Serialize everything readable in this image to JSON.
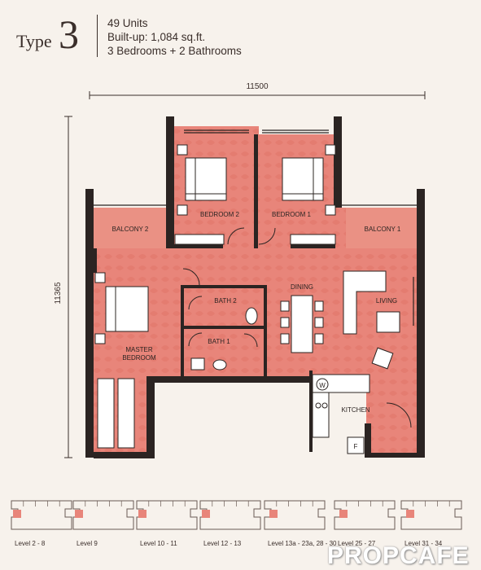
{
  "header": {
    "type_word": "Type",
    "type_number": "3",
    "units": "49 Units",
    "built_up": "Built-up: 1,084 sq.ft.",
    "rooms": "3 Bedrooms + 2 Bathrooms"
  },
  "dimensions": {
    "width": "11500",
    "height": "11365"
  },
  "rooms": {
    "balcony_2": "BALCONY 2",
    "bedroom_2": "BEDROOM 2",
    "bedroom_1": "BEDROOM 1",
    "balcony_1": "BALCONY 1",
    "dining": "DINING",
    "living": "LIVING",
    "bath_2": "BATH 2",
    "bath_1": "BATH 1",
    "master_bedroom_line1": "MASTER",
    "master_bedroom_line2": "BEDROOM",
    "kitchen": "KITCHEN",
    "washer": "W",
    "fridge": "F"
  },
  "key_plans": [
    {
      "label": "Level 2 - 8"
    },
    {
      "label": "Level 9"
    },
    {
      "label": "Level 10 - 11"
    },
    {
      "label": "Level 12 - 13"
    },
    {
      "label": "Level 13a - 23a, 28 - 30"
    },
    {
      "label": "Level 25 - 27"
    },
    {
      "label": "Level 31 - 34"
    }
  ],
  "watermark": "PROPCAFE",
  "colors": {
    "floor": "#e8857a",
    "wall": "#2b2422",
    "background": "#f7f2ec",
    "text": "#3a2e2a"
  }
}
